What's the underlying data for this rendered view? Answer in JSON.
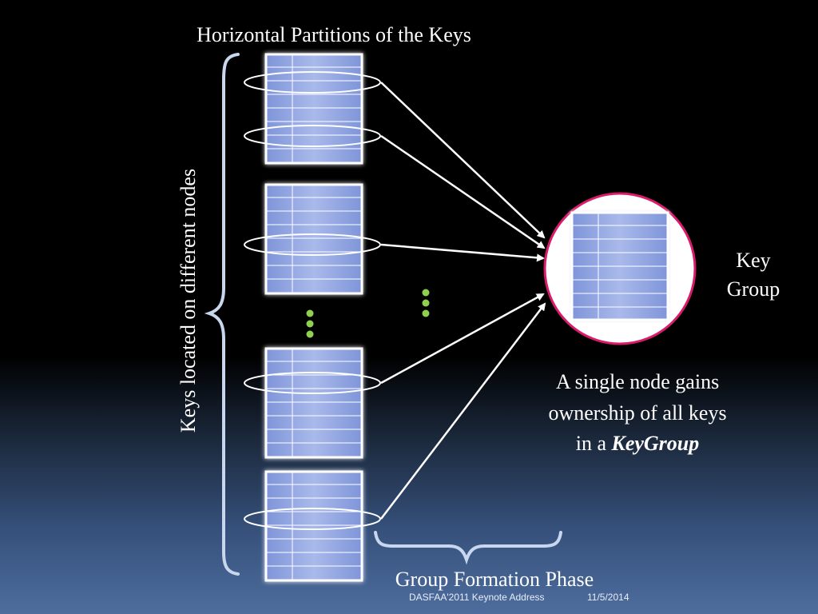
{
  "slide": {
    "title": "Horizontal Partitions of the Keys",
    "vertical_label": "Keys located on different nodes",
    "key_group_line1": "Key",
    "key_group_line2": "Group",
    "caption_line1": "A single node gains",
    "caption_line2": "ownership of all keys",
    "caption_line3_prefix": "in a ",
    "caption_line3_emph": "KeyGroup",
    "bottom_label": "Group Formation Phase",
    "footer_left": "DASFAA'2011 Keynote Address",
    "footer_right": "11/5/2014"
  },
  "colors": {
    "table_fill": "#8fa3e0",
    "table_border": "#ffffff",
    "arrow": "#ffffff",
    "dots": "#8fd14f",
    "circle_border": "#d81b6b",
    "brace": "#c8d6ee"
  },
  "icons": {
    "ellipsis_dots": "vertical-ellipsis-dots",
    "arrow": "arrow"
  }
}
